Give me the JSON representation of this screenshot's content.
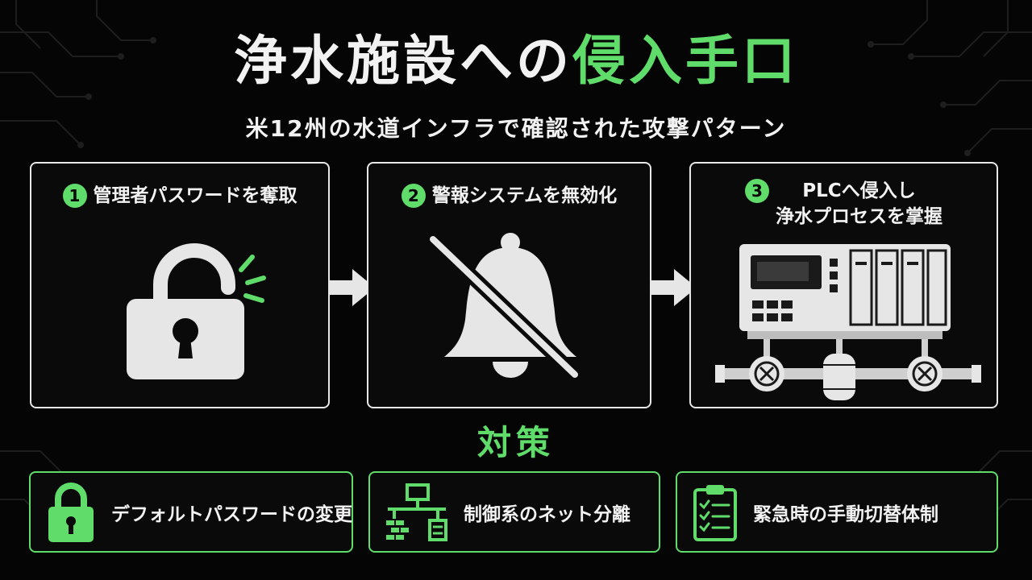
{
  "title": {
    "main": "浄水施設への",
    "accent": "侵入手口"
  },
  "subtitle": "米12州の水道インフラで確認された攻撃パターン",
  "steps": [
    {
      "num": "1",
      "text": "管理者パスワードを奪取",
      "icon": "unlocked-padlock-icon"
    },
    {
      "num": "2",
      "text": "警報システムを無効化",
      "icon": "bell-slash-icon"
    },
    {
      "num": "3",
      "text": "PLCへ侵入し\n浄水プロセスを掌握",
      "icon": "plc-control-panel-icon"
    }
  ],
  "countermeasures": {
    "title": "対策",
    "items": [
      {
        "text": "デフォルトパスワードの変更",
        "icon": "padlock-icon"
      },
      {
        "text": "制御系のネット分離",
        "icon": "network-segmentation-icon"
      },
      {
        "text": "緊急時の手動切替体制",
        "icon": "clipboard-checklist-icon"
      }
    ]
  },
  "colors": {
    "accent": "#5fdc6a",
    "background": "#050505",
    "foreground": "#f2f2f2"
  }
}
